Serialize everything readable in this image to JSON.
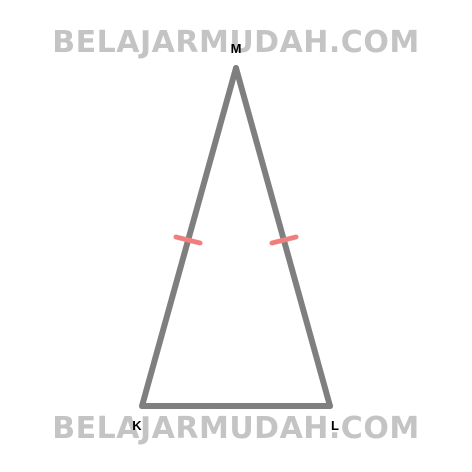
{
  "watermark": {
    "text_top": "BELAJARMUDAH.COM",
    "text_bottom": "BELAJARMUDAH.COM",
    "color": "#c4c4c4"
  },
  "triangle": {
    "stroke_color": "#7f7f7f",
    "tick_color": "#f08080",
    "vertices": {
      "top": "M",
      "bottom_left": "K",
      "bottom_right": "L"
    },
    "equal_sides": [
      "KM",
      "LM"
    ]
  }
}
